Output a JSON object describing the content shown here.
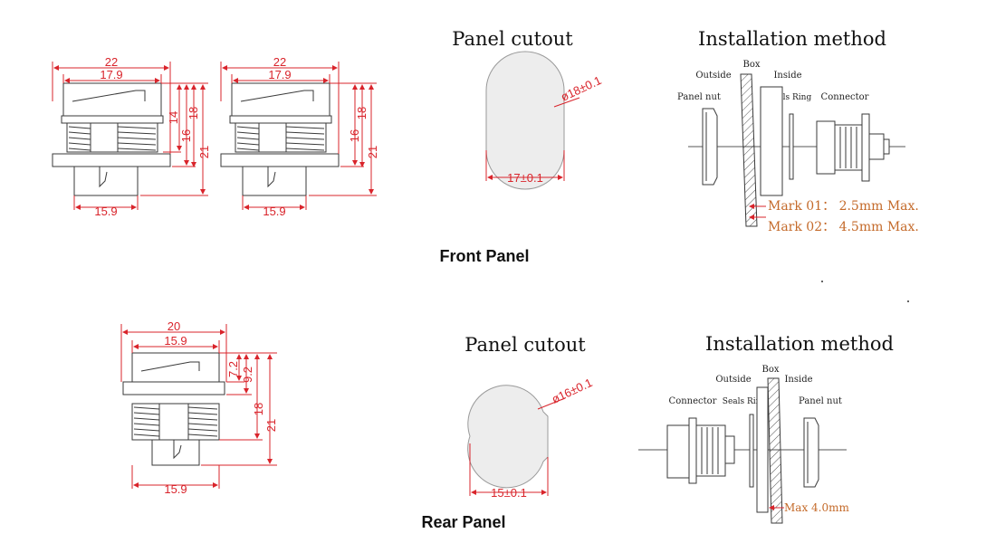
{
  "colors": {
    "dimension": "#d9242b",
    "outline": "#3a3a3a",
    "mark": "#c46a2a",
    "cutout_fill": "#ededed"
  },
  "front": {
    "panel_title": "Front Panel",
    "drawing_a": {
      "w_overall": "22",
      "w_body": "17.9",
      "w_bottom": "15.9",
      "h1": "14",
      "h2": "16",
      "h3": "18",
      "h4": "21"
    },
    "drawing_b": {
      "w_overall": "22",
      "w_body": "17.9",
      "w_bottom": "15.9",
      "h1": "16",
      "h2": "18",
      "h3": "21"
    },
    "cutout": {
      "title": "Panel cutout",
      "diameter": "ø18±0.1",
      "width": "17±0.1"
    },
    "install": {
      "title": "Installation method",
      "label_box": "Box",
      "label_outside": "Outside",
      "label_inside": "Inside",
      "label_panel_nut": "Panel nut",
      "label_seals_ring": "Seals Ring",
      "label_connector": "Connector",
      "mark1": "Mark 01：  2.5mm Max.",
      "mark2": "Mark 02：  4.5mm Max."
    }
  },
  "rear": {
    "panel_title": "Rear Panel",
    "drawing": {
      "w_overall": "20",
      "w_body": "15.9",
      "w_bottom": "15.9",
      "h1": "7.2",
      "h2": "9.2",
      "h3": "18",
      "h4": "21"
    },
    "cutout": {
      "title": "Panel cutout",
      "diameter": "ø16±0.1",
      "width": "15±0.1"
    },
    "install": {
      "title": "Installation method",
      "label_box": "Box",
      "label_outside": "Outside",
      "label_inside": "Inside",
      "label_connector": "Connector",
      "label_seals_ring": "Seals Ring",
      "label_panel_nut": "Panel nut",
      "mark": "Max  4.0mm"
    }
  }
}
